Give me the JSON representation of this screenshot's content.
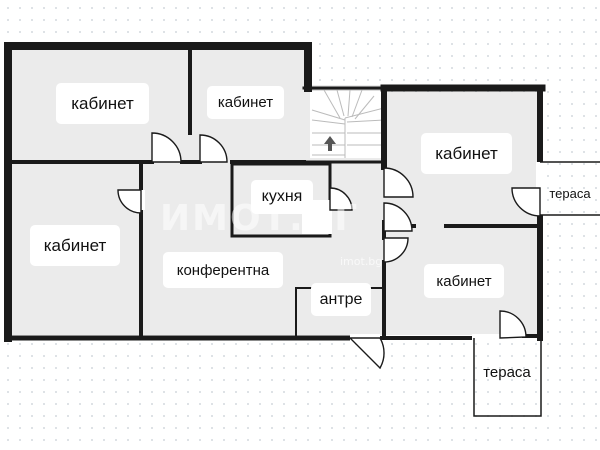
{
  "floor_plan": {
    "rooms": [
      {
        "id": "office_top_left",
        "label": "кабинет"
      },
      {
        "id": "office_top_mid",
        "label": "кабинет"
      },
      {
        "id": "office_left",
        "label": "кабинет"
      },
      {
        "id": "conference",
        "label": "конферентна"
      },
      {
        "id": "kitchen",
        "label": "кухня"
      },
      {
        "id": "hall",
        "label": "антре"
      },
      {
        "id": "office_right_top",
        "label": "кабинет"
      },
      {
        "id": "office_right_bottom",
        "label": "кабинет"
      },
      {
        "id": "terrace_right",
        "label": "тераса"
      },
      {
        "id": "terrace_bottom",
        "label": "тераса"
      }
    ],
    "colors": {
      "wall": "#1a1a1a",
      "room_fill": "#ebebeb",
      "label_bg": "#ffffff",
      "stair_line": "#bbbbbb",
      "stair_arrow": "#555555"
    },
    "stair_icon": "up-arrow",
    "watermark": {
      "brand": "ИМОТ.БГ",
      "url": "imot.bg"
    }
  }
}
